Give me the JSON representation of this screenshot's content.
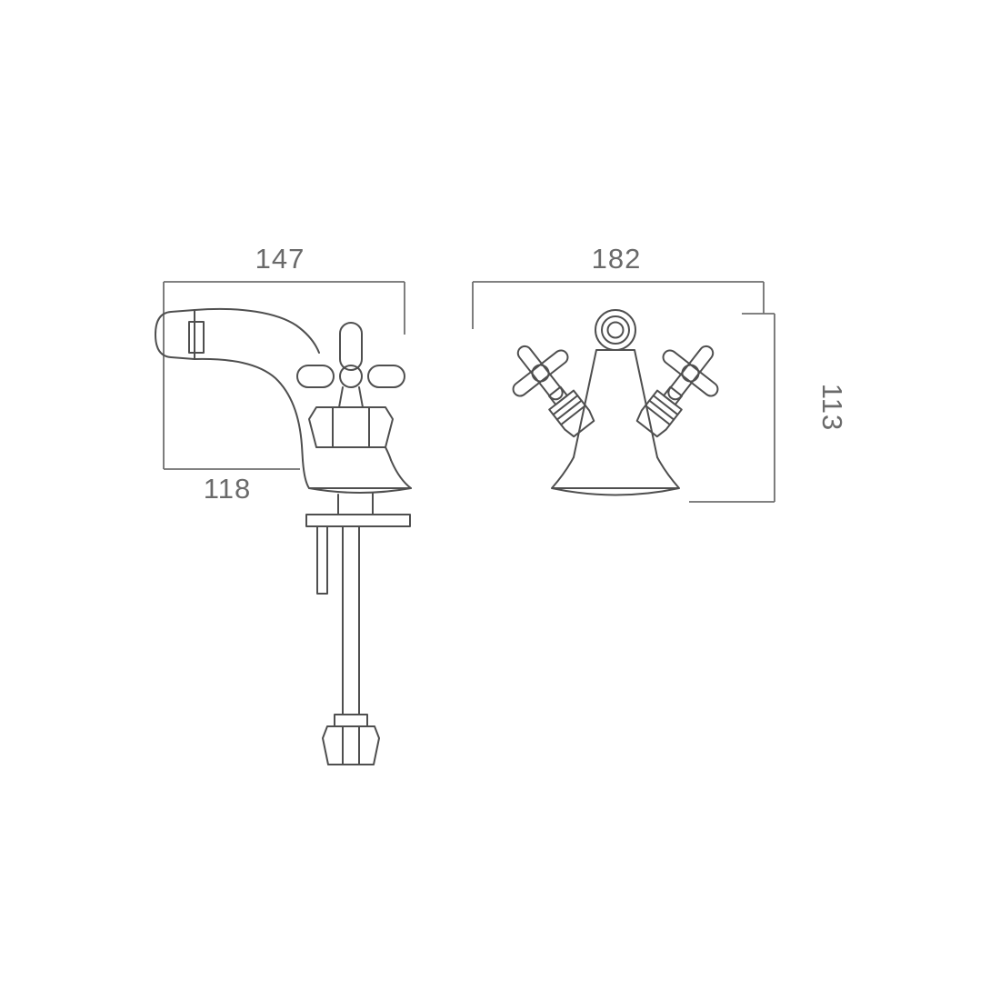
{
  "colors": {
    "background": "#ffffff",
    "line": "#4f4f4f",
    "dimension_line": "#6f6f6f",
    "label_text": "#6a6a6a"
  },
  "dimensions": {
    "side_view_width": "147",
    "side_view_spout_height": "118",
    "front_view_width": "182",
    "front_view_height": "113"
  }
}
